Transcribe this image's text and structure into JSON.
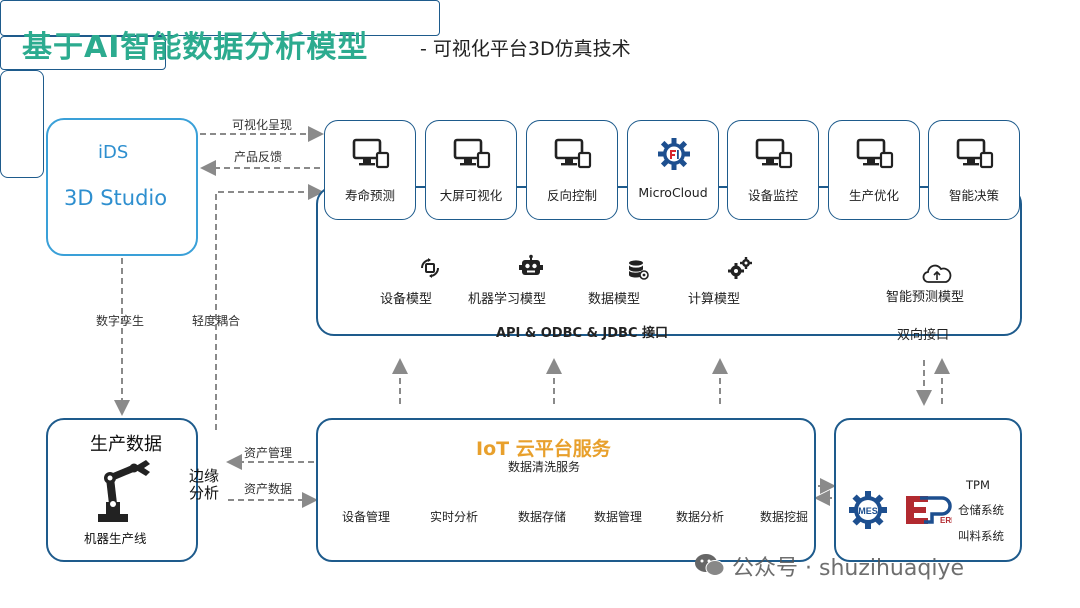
{
  "header": {
    "title": "基于AI智能数据分析模型",
    "subtitle": "- 可视化平台3D仿真技术"
  },
  "ids": {
    "line1": "iDS",
    "line2": "3D Studio"
  },
  "arrows": {
    "visual": "可视化呈现",
    "feedback": "产品反馈",
    "twin": "数字孪生",
    "coupling": "轻度耦合",
    "asset_mgmt": "资产管理",
    "asset_data": "资产数据"
  },
  "apps": [
    {
      "label": "寿命预测",
      "icon": "monitor-icon"
    },
    {
      "label": "大屏可视化",
      "icon": "monitor-icon"
    },
    {
      "label": "反向控制",
      "icon": "monitor-icon"
    },
    {
      "label": "MicroCloud",
      "icon": "gear-logo-icon"
    },
    {
      "label": "设备监控",
      "icon": "monitor-icon"
    },
    {
      "label": "生产优化",
      "icon": "monitor-icon"
    },
    {
      "label": "智能决策",
      "icon": "monitor-icon"
    }
  ],
  "models": [
    {
      "label": "设备模型",
      "icon": "device-cycle-icon"
    },
    {
      "label": "机器学习模型",
      "icon": "robot-icon"
    },
    {
      "label": "数据模型",
      "icon": "database-icon"
    },
    {
      "label": "计算模型",
      "icon": "gears-icon"
    },
    {
      "label": "智能预测模型",
      "icon": "cloud-icon"
    }
  ],
  "interfaces": {
    "api": "API & ODBC & JDBC 接口",
    "bidirectional": "双向接口"
  },
  "production": {
    "title": "生产数据",
    "line": "机器生产线",
    "edge": "边缘分析"
  },
  "iot": {
    "title": "IoT 云平台服务",
    "cleaning": "数据清洗服务",
    "flow": [
      "设备管理",
      "实时分析",
      "数据存储",
      "数据管理",
      "数据分析",
      "数据挖掘"
    ]
  },
  "external": {
    "mes": "MES",
    "erp": "ERP",
    "tpm": "TPM",
    "warehouse": "仓储系统",
    "material": "叫料系统"
  },
  "watermark": {
    "text": "公众号 · shuzihuaqiye"
  },
  "colors": {
    "title": "#2cab8f",
    "box_border": "#1e5b8c",
    "ids_text": "#2e8fcf",
    "iot_title": "#e8a02c",
    "dashed_arrow": "#8a8a8a"
  }
}
